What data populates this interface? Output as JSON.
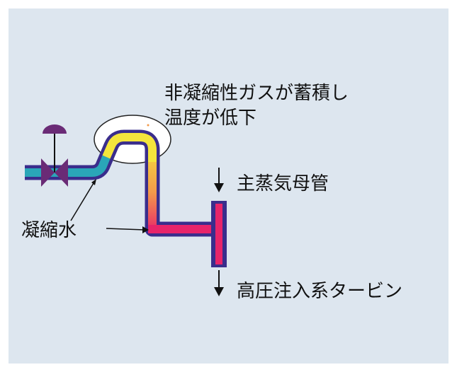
{
  "diagram": {
    "background_color": "#dde6ef",
    "pipe_outline_color": "#3a2d8c",
    "condensate_color": "#2aa6b8",
    "hot_gas_color": "#f4e53c",
    "steam_color": "#e8246a",
    "valve_color": "#6a2b76",
    "gas_pocket_highlight_color": "#ffffff",
    "labels": {
      "gas_accumulation_line1": "非凝縮性ガスが蓄積し",
      "gas_accumulation_line2": "温度が低下",
      "main_steam_header": "主蒸気母管",
      "condensate": "凝縮水",
      "hpci_turbine": "高圧注入系タービン"
    }
  }
}
